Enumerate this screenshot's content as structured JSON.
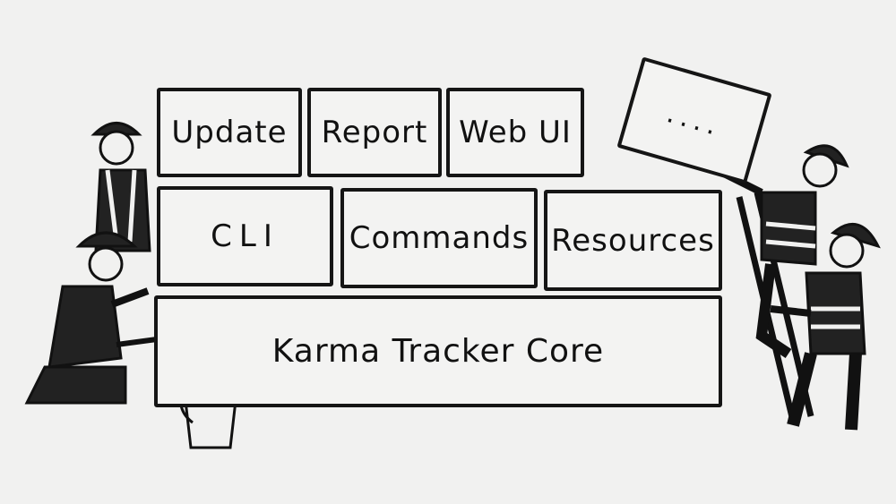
{
  "diagram": {
    "top_row": [
      "Update",
      "Report",
      "Web UI"
    ],
    "middle_row": [
      "CLI",
      "Commands",
      "Resources"
    ],
    "base": "Karma Tracker Core",
    "incoming_block": "...."
  }
}
